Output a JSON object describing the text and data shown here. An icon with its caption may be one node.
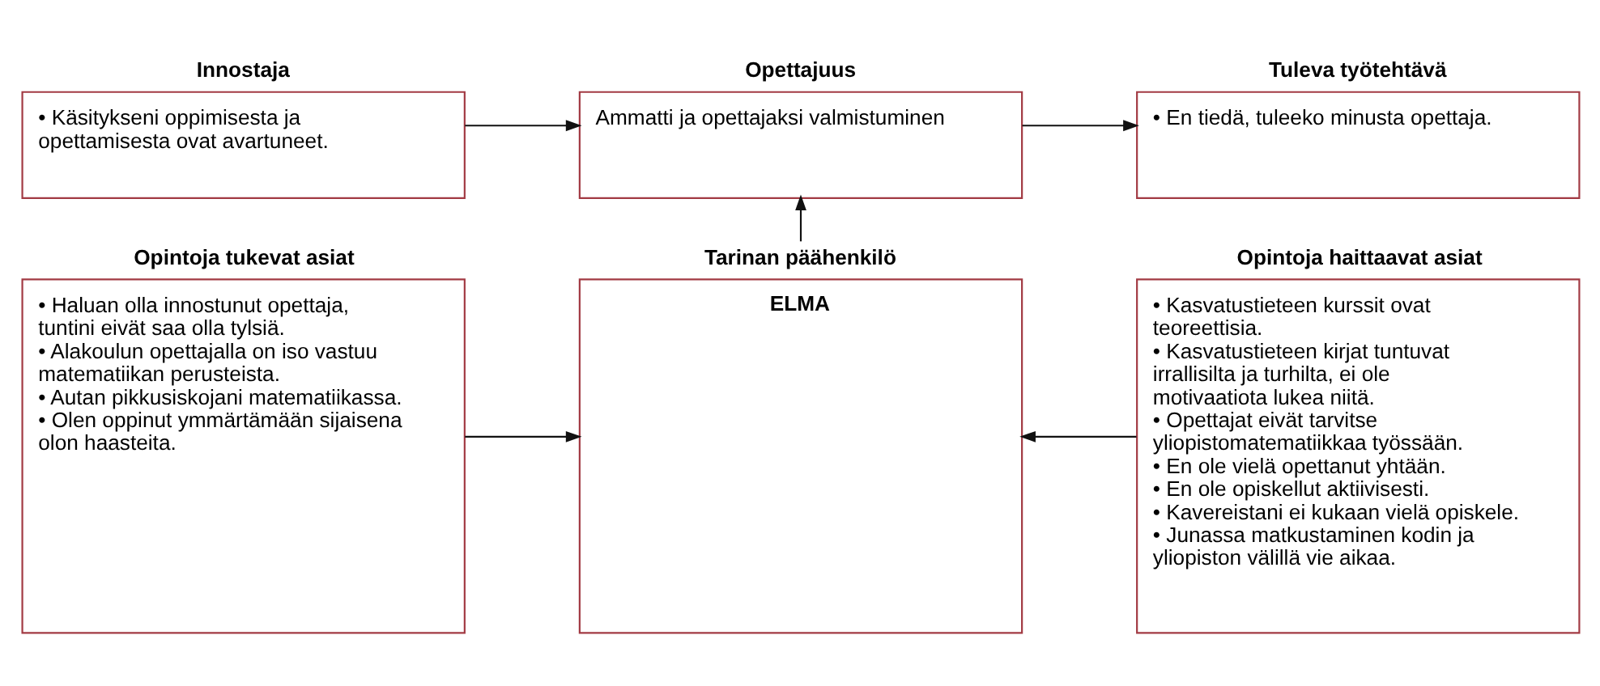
{
  "diagram": {
    "nodes": [
      {
        "text": [
          "Innostaja",
          "• Käsitykseni oppimisesta ja opettamisesta ovat avartuneet."
        ]
      },
      {
        "text": [
          "Opettajuus",
          "Ammatti ja opettajaksi valmistuminen"
        ]
      },
      {
        "text": [
          "Tuleva työtehtävä",
          "• En tiedä, tuleeko minusta opettaja."
        ]
      },
      {
        "text": [
          "Opintoja tukevat asiat",
          "• Haluan olla innostunut opettaja, tuntini eivät saa olla tylsiä.",
          "• Alakoulun opettajalla on iso vastuu matematiikan perusteista.",
          "• Autan pikkusiskojani matematiikassa.",
          "• Olen oppinut ymmärtämään sijaisena olon haasteita."
        ]
      },
      {
        "text": [
          "Tarinan päähenkilö",
          "ELMA"
        ]
      },
      {
        "text": [
          "Opintoja haittaavat asiat",
          "• Kasvatustieteen kurssit ovat teoreettisia.",
          "• Kasvatustieteen kirjat tuntuvat irrallisilta ja turhilta, ei ole motivaatiota lukea niitä.",
          "• Opettajat eivät tarvitse yliopistomatematiikkaa työssään.",
          "• En ole vielä opettanut yhtään.",
          "• En ole opiskellut aktiivisesti.",
          "• Kavereistani ei kukaan vielä opiskele.",
          "• Junassa matkustaminen kodin ja yliopiston välillä vie aikaa."
        ]
      }
    ],
    "edges": [
      {
        "from": 0,
        "to": 1,
        "arrow": "to"
      },
      {
        "from": 1,
        "to": 2,
        "arrow": "to"
      },
      {
        "from": 3,
        "to": 4,
        "arrow": "to"
      },
      {
        "from": 5,
        "to": 4,
        "arrow": "to"
      },
      {
        "from": 4,
        "to": 1,
        "arrow": "to"
      }
    ]
  }
}
